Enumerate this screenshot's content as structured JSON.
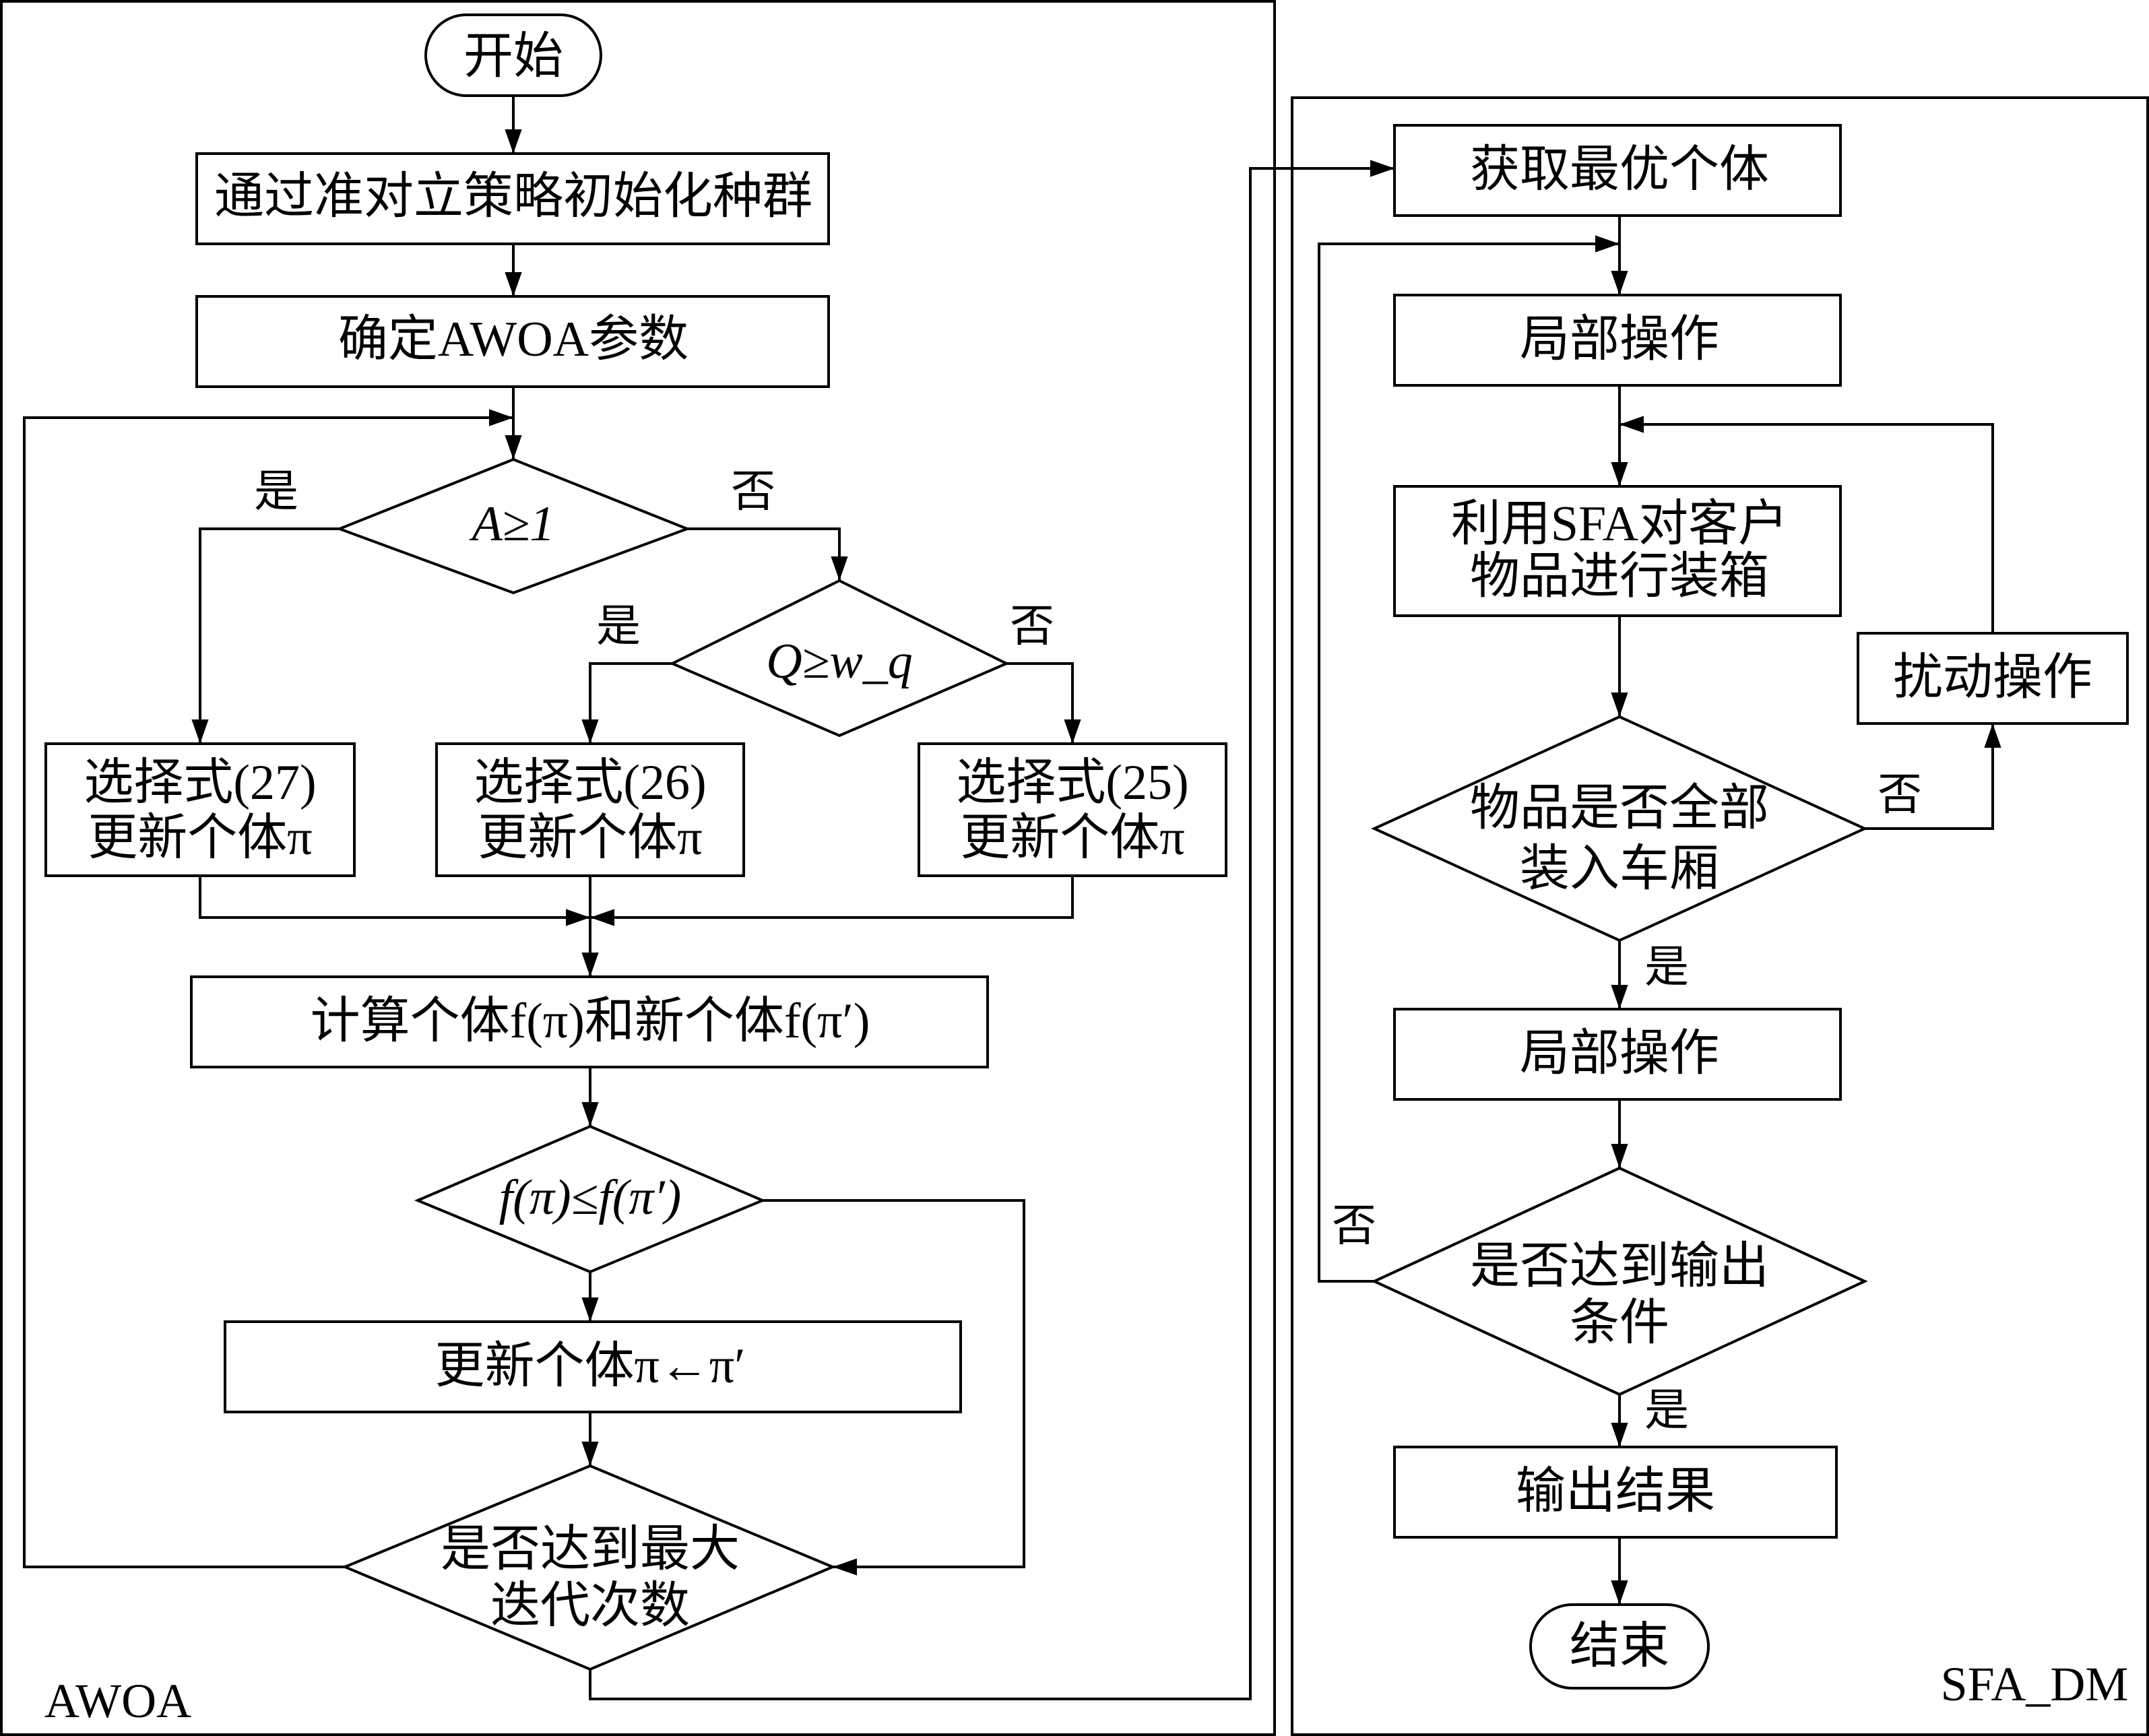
{
  "panels": {
    "awoa": "AWOA",
    "sfa_dm": "SFA_DM"
  },
  "awoa": {
    "start": "开始",
    "init": "通过准对立策略初始化种群",
    "params": "确定AWOA参数",
    "cond_a": "A≥1",
    "cond_q": "Q≥w_q",
    "eq27_line1": "选择式(27)",
    "eq27_line2": "更新个体π",
    "eq26_line1": "选择式(26)",
    "eq26_line2": "更新个体π",
    "eq25_line1": "选择式(25)",
    "eq25_line2": "更新个体π",
    "compute": "计算个体f(π)和新个体f(π′)",
    "cond_f": "f(π)≤f(π′)",
    "update": "更新个体π←π′",
    "cond_iter_line1": "是否达到最大",
    "cond_iter_line2": "迭代次数",
    "yes_a": "是",
    "no_a": "否",
    "yes_q": "是",
    "no_q": "否"
  },
  "sfa_dm": {
    "best": "获取最优个体",
    "local1": "局部操作",
    "pack_line1": "利用SFA对客户",
    "pack_line2": "物品进行装箱",
    "perturb": "扰动操作",
    "cond_all_line1": "物品是否全部",
    "cond_all_line2": "装入车厢",
    "no_all": "否",
    "yes_all": "是",
    "local2": "局部操作",
    "cond_out_line1": "是否达到输出",
    "cond_out_line2": "条件",
    "no_out": "否",
    "yes_out": "是",
    "output": "输出结果",
    "end": "结束"
  }
}
